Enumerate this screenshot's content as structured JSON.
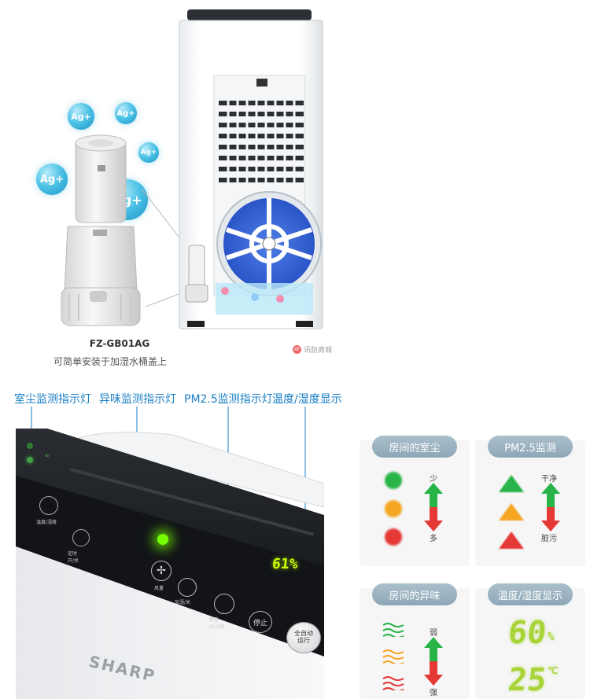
{
  "product": {
    "ion_badge": "Ag+",
    "model_code": "FZ-GB01AG",
    "model_caption": "可简单安装于加湿水桶盖上",
    "watermark": "讯防商城",
    "watermark_badge": "XF"
  },
  "callouts": {
    "dust": "室尘监测指示灯",
    "odor": "异味监测指示灯",
    "pm25": "PM2.5监测指示灯",
    "temp_humidity": "温度/湿度显示"
  },
  "panel": {
    "brand": "SHARP",
    "display_value": "61%",
    "buttons": {
      "temp_humidity": "温度/湿度",
      "timer": "定时\n开/关",
      "fan": "风量",
      "humidify": "加湿/关",
      "sleep": "静音\n60分钟",
      "stop": "停止",
      "auto": "全自动\n运行"
    }
  },
  "cards": {
    "dust": {
      "title": "房间的室尘",
      "less": "少",
      "more": "多",
      "colors": [
        "#28b448",
        "#f5a623",
        "#e53935"
      ]
    },
    "pm25": {
      "title": "PM2.5监测",
      "clean": "干净",
      "dirty": "脏污",
      "colors": [
        "#28b448",
        "#f5a623",
        "#e53935"
      ]
    },
    "odor": {
      "title": "房间的异味",
      "weak": "弱",
      "strong": "强",
      "colors": [
        "#28b448",
        "#f5a623",
        "#e53935"
      ]
    },
    "display": {
      "title": "温度/湿度显示",
      "humidity": "60",
      "humidity_unit": "%",
      "temperature": "25",
      "temperature_unit": "℃"
    }
  }
}
